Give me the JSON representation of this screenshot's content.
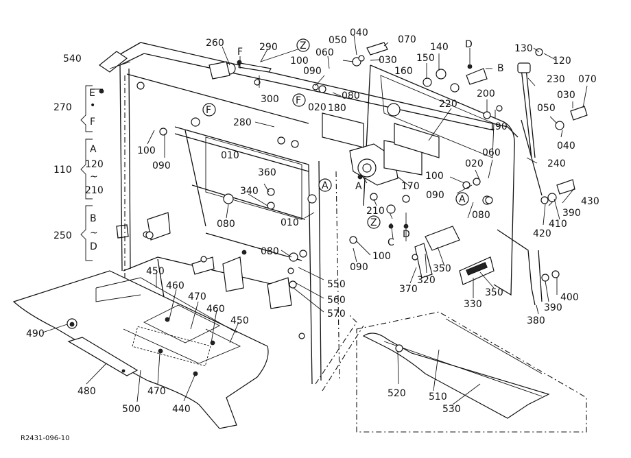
{
  "reference_code": "R2431-096-10",
  "group_labels": {
    "g540": "540",
    "g270": "270",
    "g110": "110",
    "g250": "250"
  },
  "group_entries": {
    "g270_top": "E",
    "g270_dot": "•",
    "g270_bottom": "F",
    "g110_top1": "A",
    "g110_top2": "120",
    "g110_tilde1": "~",
    "g110_mid": "210",
    "g250_top": "B",
    "g250_tilde": "~",
    "g250_bottom": "D"
  },
  "callouts": {
    "c260": "260",
    "c290": "290",
    "cZ1": "Z",
    "cF1": "F",
    "c050a": "050",
    "c040a": "040",
    "c070a": "070",
    "c060a": "060",
    "c030a": "030",
    "c100a": "100",
    "c090a": "090",
    "c080a": "080",
    "c140": "140",
    "c150": "150",
    "cD1": "D",
    "cB1": "B",
    "c130": "130",
    "c120": "120",
    "c160": "160",
    "c300": "300",
    "cF2": "F",
    "c020a": "020",
    "c180": "180",
    "c230": "230",
    "c070b": "070",
    "c200": "200",
    "c030b": "030",
    "c220": "220",
    "c050b": "050",
    "c190": "190",
    "cF3": "F",
    "c280": "280",
    "c040b": "040",
    "c100b": "100",
    "c090b": "090",
    "c010a": "010",
    "c060b": "060",
    "c020b": "020",
    "c240": "240",
    "c360": "360",
    "cA1": "A",
    "c100c": "100",
    "c170": "170",
    "cA2": "A",
    "c090c": "090",
    "c340": "340",
    "cA3": "A",
    "c210": "210",
    "c430": "430",
    "c080b": "080",
    "c010b": "010",
    "cZ2": "Z",
    "c080c": "080",
    "c390a": "390",
    "c410": "410",
    "cC1": "C",
    "cD2": "D",
    "c420": "420",
    "c080d": "080",
    "c100d": "100",
    "c090d": "090",
    "c550": "550",
    "c350a": "350",
    "c370": "370",
    "c320": "320",
    "c560": "560",
    "c350b": "350",
    "c400": "400",
    "c330": "330",
    "c390b": "390",
    "c450a": "450",
    "c460a": "460",
    "c470a": "470",
    "c570": "570",
    "c460b": "460",
    "c450b": "450",
    "c380": "380",
    "c490": "490",
    "c520": "520",
    "c510": "510",
    "c480": "480",
    "c470b": "470",
    "c500": "500",
    "c440": "440",
    "c530": "530"
  }
}
